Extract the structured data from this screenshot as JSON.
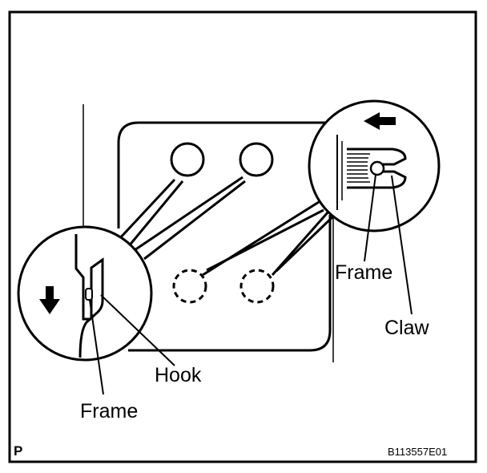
{
  "labels": {
    "frame_left": "Frame",
    "hook": "Hook",
    "frame_right": "Frame",
    "claw": "Claw",
    "corner_code": "P",
    "figure_id": "B113557E01"
  },
  "icons": {
    "left_arrow": "arrow-down-icon",
    "right_arrow": "arrow-left-icon"
  },
  "colors": {
    "ink": "#000000",
    "paper": "#ffffff"
  }
}
